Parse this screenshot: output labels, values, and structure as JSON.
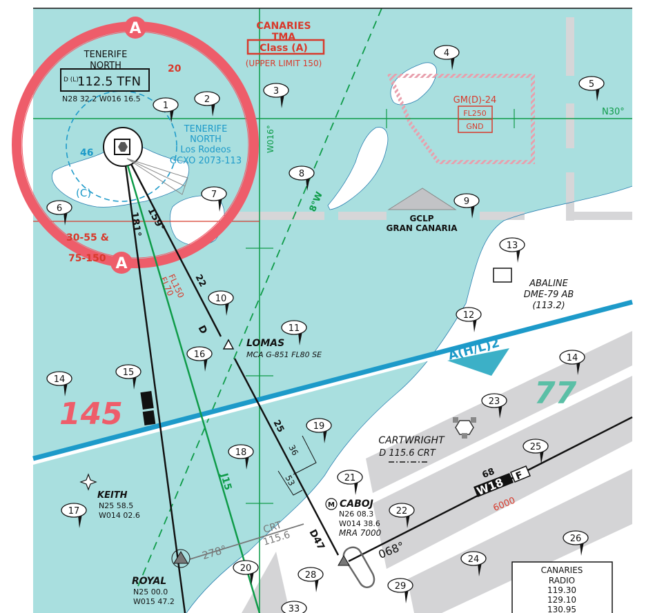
{
  "tma": {
    "name_line1": "CANARIES",
    "name_line2": "TMA",
    "class": "Class (A)",
    "upper_limit": "(UPPER LIMIT 150)"
  },
  "sector_letters": {
    "top": "A",
    "bottom": "A",
    "left": "(C)"
  },
  "altitudes": {
    "top_right_of_ring": "20",
    "inside_ring_left": "46",
    "ring_lower_1": "30-55 &",
    "ring_lower_2": "75-150",
    "big_left": "145",
    "big_right": "77",
    "airway_fl_1": "FL150",
    "airway_fl_2": "FL70"
  },
  "vor_tfn": {
    "title_1": "TENERIFE",
    "title_2": "NORTH",
    "class_letters": "D (L)",
    "freq_ident": "112.5  TFN",
    "coords": "N28 32.2  W016 16.5"
  },
  "airport_tenerife": {
    "line1": "TENERIFE",
    "line2": "NORTH",
    "line3": "Los Rodeos",
    "line4": "GCXO  2073-113"
  },
  "gran_canaria": {
    "line1": "GCLP",
    "line2": "GRAN CANARIA"
  },
  "restricted_area": {
    "name": "GM(D)-24",
    "upper": "FL250",
    "lower": "GND"
  },
  "graticule": {
    "meridian": "W016°",
    "parallel": "N30°",
    "variation": "8°W"
  },
  "abaline": {
    "line1": "ABALINE",
    "line2": "DME-79  AB",
    "line3": "(113.2)"
  },
  "airway_airspace": "A(H/L)2",
  "lomas": {
    "name": "LOMAS",
    "detail": "MCA G-851 FL80 SE"
  },
  "cartwright": {
    "name": "CARTWRIGHT",
    "detail": "D 115.6 CRT"
  },
  "caboj": {
    "name": "CABOJ",
    "lat": "N26 08.3",
    "lon": "W014 38.6",
    "mra": "MRA 7000"
  },
  "keith": {
    "name": "KEITH",
    "lat": "N25 58.5",
    "lon": "W014 02.6"
  },
  "royal": {
    "name": "ROYAL",
    "lat": "N25 00.0",
    "lon": "W015 47.2"
  },
  "airway_w18": {
    "name": "W18",
    "type": "F",
    "mea": "68",
    "mocа": "6000",
    "course": "068°"
  },
  "radials": {
    "r181": "181°",
    "r159": "159°",
    "r278": "278°"
  },
  "distances": {
    "d22": "22",
    "d25": "25",
    "d36": "36",
    "d53": "53",
    "d47": "D47",
    "d_small": "D"
  },
  "crt_label": {
    "line1": "CRT",
    "line2": "115.6"
  },
  "airway_j15": "J15",
  "canaries_radio": {
    "title_1": "CANARIES",
    "title_2": "RADIO",
    "freqs": [
      "119.30",
      "129.10",
      "130.95"
    ]
  },
  "callouts": [
    "1",
    "2",
    "3",
    "4",
    "5",
    "6",
    "7",
    "8",
    "9",
    "10",
    "11",
    "12",
    "13",
    "14",
    "14",
    "15",
    "16",
    "17",
    "18",
    "19",
    "20",
    "21",
    "22",
    "23",
    "24",
    "25",
    "26",
    "28",
    "29",
    "33"
  ],
  "colors": {
    "sea": "#a9dfdf",
    "land": "#ffffff",
    "ring": "#ee5d6a",
    "tma_red": "#d8392b",
    "graticule": "#0e9b48",
    "airway_blue": "#1d9ac9",
    "restricted": "#e8a0ad",
    "grey_band": "#d4d4d6"
  }
}
